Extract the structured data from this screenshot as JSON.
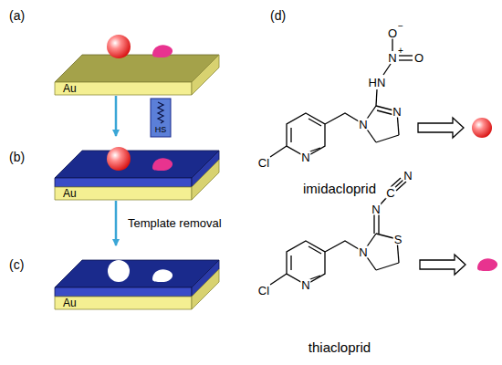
{
  "diagram": {
    "nodes": [
      {
        "text": [
          "Au"
        ]
      },
      {
        "text": [
          "Au"
        ]
      },
      {
        "text": [
          "Au"
        ]
      }
    ],
    "edges": [
      {
        "from": 0,
        "to": 1,
        "arrow": "to"
      },
      {
        "from": 1,
        "to": 2,
        "label": "Template removal",
        "arrow": "to"
      }
    ],
    "labels": [
      "(a)",
      "(b)",
      "(c)",
      "(d)",
      "HS",
      "imidacloprid",
      "thiacloprid",
      "O",
      "−",
      "N",
      "+",
      "O",
      "HN",
      "N",
      "N",
      "N",
      "Cl",
      "N",
      "C",
      "N",
      "N",
      "S",
      "N",
      "Cl"
    ]
  }
}
